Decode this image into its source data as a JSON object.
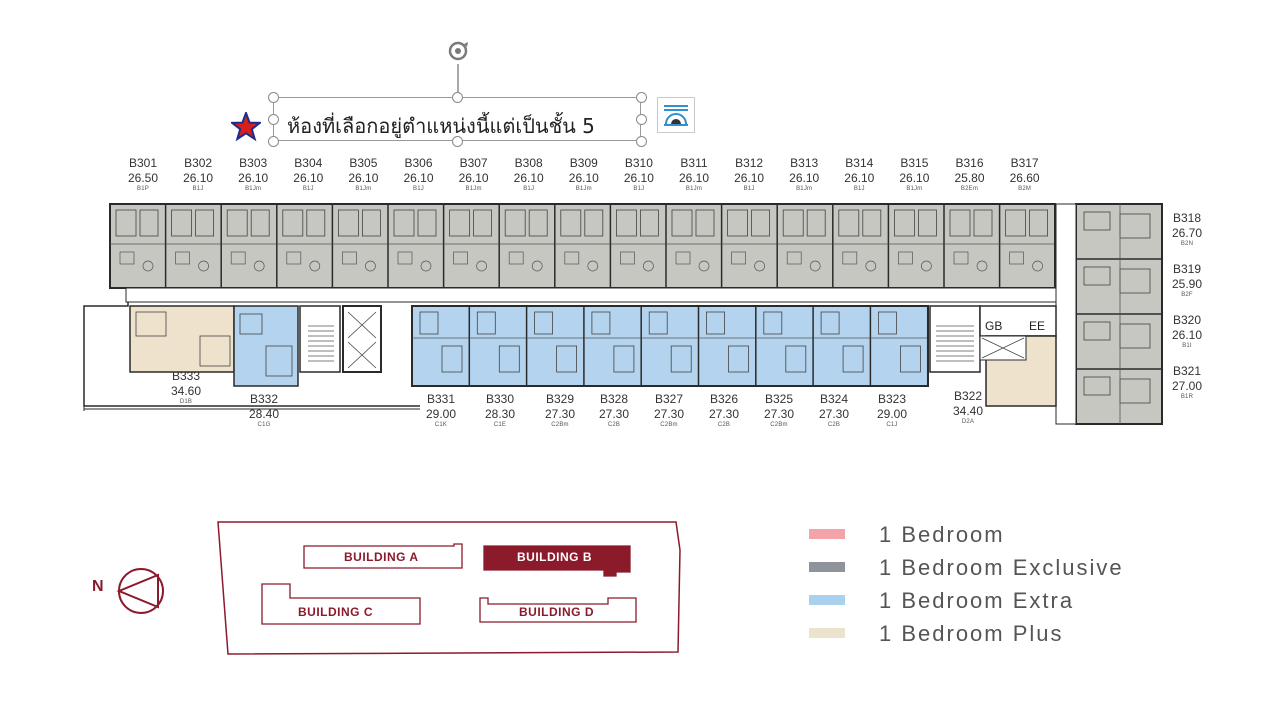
{
  "annotation": {
    "text": "ห้องที่เลือกอยู่ตำแหน่งนี้แต่เป็นชั้น 5",
    "star_color": "#d6201c"
  },
  "top_units": [
    {
      "code": "B301",
      "area": "26.50",
      "type": "B1P"
    },
    {
      "code": "B302",
      "area": "26.10",
      "type": "B1J"
    },
    {
      "code": "B303",
      "area": "26.10",
      "type": "B1Jm"
    },
    {
      "code": "B304",
      "area": "26.10",
      "type": "B1J"
    },
    {
      "code": "B305",
      "area": "26.10",
      "type": "B1Jm"
    },
    {
      "code": "B306",
      "area": "26.10",
      "type": "B1J"
    },
    {
      "code": "B307",
      "area": "26.10",
      "type": "B1Jm"
    },
    {
      "code": "B308",
      "area": "26.10",
      "type": "B1J"
    },
    {
      "code": "B309",
      "area": "26.10",
      "type": "B1Jm"
    },
    {
      "code": "B310",
      "area": "26.10",
      "type": "B1J"
    },
    {
      "code": "B311",
      "area": "26.10",
      "type": "B1Jm"
    },
    {
      "code": "B312",
      "area": "26.10",
      "type": "B1J"
    },
    {
      "code": "B313",
      "area": "26.10",
      "type": "B1Jm"
    },
    {
      "code": "B314",
      "area": "26.10",
      "type": "B1J"
    },
    {
      "code": "B315",
      "area": "26.10",
      "type": "B1Jm"
    },
    {
      "code": "B316",
      "area": "25.80",
      "type": "B2Em"
    },
    {
      "code": "B317",
      "area": "26.60",
      "type": "B2M"
    }
  ],
  "right_units": [
    {
      "code": "B318",
      "area": "26.70",
      "type": "B2N"
    },
    {
      "code": "B319",
      "area": "25.90",
      "type": "B2F"
    },
    {
      "code": "B320",
      "area": "26.10",
      "type": "B1I"
    },
    {
      "code": "B321",
      "area": "27.00",
      "type": "B1R"
    }
  ],
  "bottom_units": [
    {
      "code": "B333",
      "area": "34.60",
      "type": "D1B"
    },
    {
      "code": "B332",
      "area": "28.40",
      "type": "C1G"
    },
    {
      "code": "B331",
      "area": "29.00",
      "type": "C1K"
    },
    {
      "code": "B330",
      "area": "28.30",
      "type": "C1E"
    },
    {
      "code": "B329",
      "area": "27.30",
      "type": "C2Bm"
    },
    {
      "code": "B328",
      "area": "27.30",
      "type": "C2B"
    },
    {
      "code": "B327",
      "area": "27.30",
      "type": "C2Bm"
    },
    {
      "code": "B326",
      "area": "27.30",
      "type": "C2B"
    },
    {
      "code": "B325",
      "area": "27.30",
      "type": "C2Bm"
    },
    {
      "code": "B324",
      "area": "27.30",
      "type": "C2B"
    },
    {
      "code": "B323",
      "area": "29.00",
      "type": "C1J"
    },
    {
      "code": "B322",
      "area": "34.40",
      "type": "D2A"
    }
  ],
  "service": {
    "gb": "GB",
    "ee": "EE"
  },
  "site_plan": {
    "north": "N",
    "building_a": "BUILDING A",
    "building_b": "BUILDING B",
    "building_c": "BUILDING C",
    "building_d": "BUILDING D",
    "accent": "#8b1a2b"
  },
  "legend": [
    {
      "label": "1 Bedroom",
      "color": "#f4a3a8"
    },
    {
      "label": "1 Bedroom Exclusive",
      "color": "#8e939c"
    },
    {
      "label": "1 Bedroom Extra",
      "color": "#a9d0ec"
    },
    {
      "label": "1 Bedroom Plus",
      "color": "#ece3cf"
    }
  ],
  "colors": {
    "exclusive": "#c5c7c0",
    "extra": "#b3d3ee",
    "plus": "#eee2cc",
    "line": "#2a2a2a"
  }
}
